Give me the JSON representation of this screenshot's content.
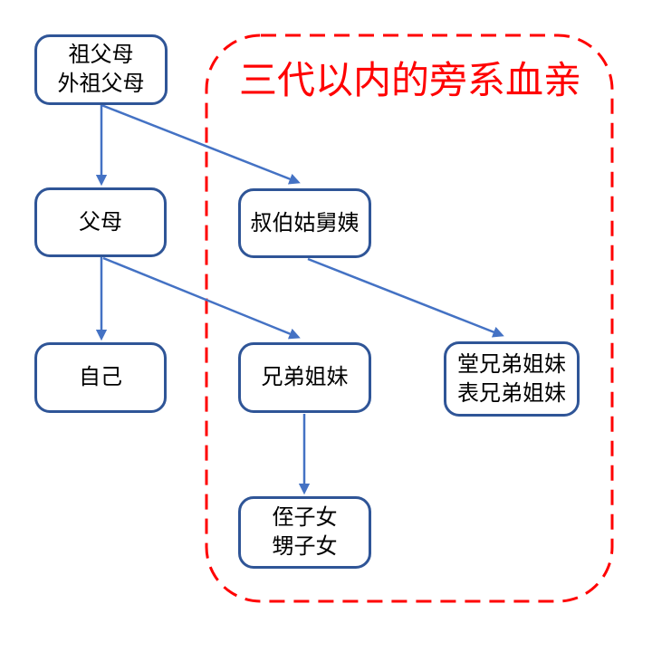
{
  "diagram": {
    "title": "三代以内的旁系血亲",
    "nodes": {
      "grandparents": {
        "label": "祖父母\n外祖父母"
      },
      "parents": {
        "label": "父母"
      },
      "uncles_aunts": {
        "label": "叔伯姑舅姨"
      },
      "self": {
        "label": "自己"
      },
      "siblings": {
        "label": "兄弟姐妹"
      },
      "cousins": {
        "label": "堂兄弟姐妹\n表兄弟姐妹"
      },
      "nephews_nieces": {
        "label": "侄子女\n甥子女"
      }
    },
    "edges": [
      {
        "from": "grandparents",
        "to": "parents"
      },
      {
        "from": "grandparents",
        "to": "uncles_aunts"
      },
      {
        "from": "parents",
        "to": "self"
      },
      {
        "from": "parents",
        "to": "siblings"
      },
      {
        "from": "uncles_aunts",
        "to": "cousins"
      },
      {
        "from": "siblings",
        "to": "nephews_nieces"
      }
    ],
    "group": {
      "label": "三代以内的旁系血亲",
      "style": "red-dashed-rounded-rectangle"
    },
    "colors": {
      "box_border": "#2F5597",
      "arrow": "#4472C4",
      "group_border": "#FF0000",
      "title": "#FF0000",
      "text": "#000000",
      "background": "#FFFFFF"
    }
  }
}
